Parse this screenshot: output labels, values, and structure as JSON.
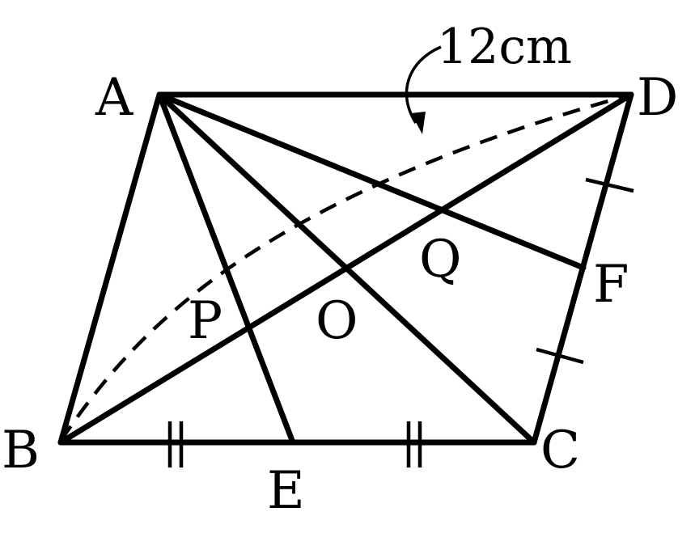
{
  "figure": {
    "points": {
      "A": "A",
      "B": "B",
      "C": "C",
      "D": "D",
      "E": "E",
      "F": "F",
      "O": "O",
      "P": "P",
      "Q": "Q"
    },
    "measure_label": "12cm"
  }
}
